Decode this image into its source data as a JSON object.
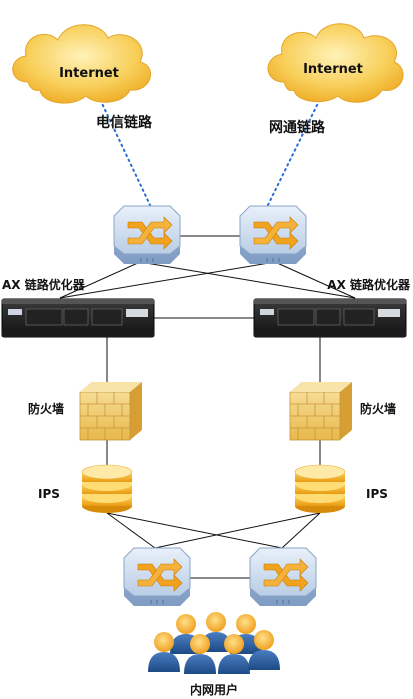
{
  "clouds": [
    {
      "label": "Internet",
      "link_label": "电信链路"
    },
    {
      "label": "Internet",
      "link_label": "网通链路"
    }
  ],
  "devices": {
    "ax_left_label": "AX 链路优化器",
    "ax_right_label": "AX 链路优化器",
    "firewall_left_label": "防火墙",
    "firewall_right_label": "防火墙",
    "ips_left_label": "IPS",
    "ips_right_label": "IPS",
    "users_label": "内网用户"
  },
  "colors": {
    "cloud": "#f6c043",
    "switch": "#c9d9ec",
    "switch_arrow": "#f1a21e",
    "firewall": "#f0c970",
    "ips": "#f2b527",
    "user": "#2f5f9e",
    "dotted": "#2a6fd1"
  }
}
